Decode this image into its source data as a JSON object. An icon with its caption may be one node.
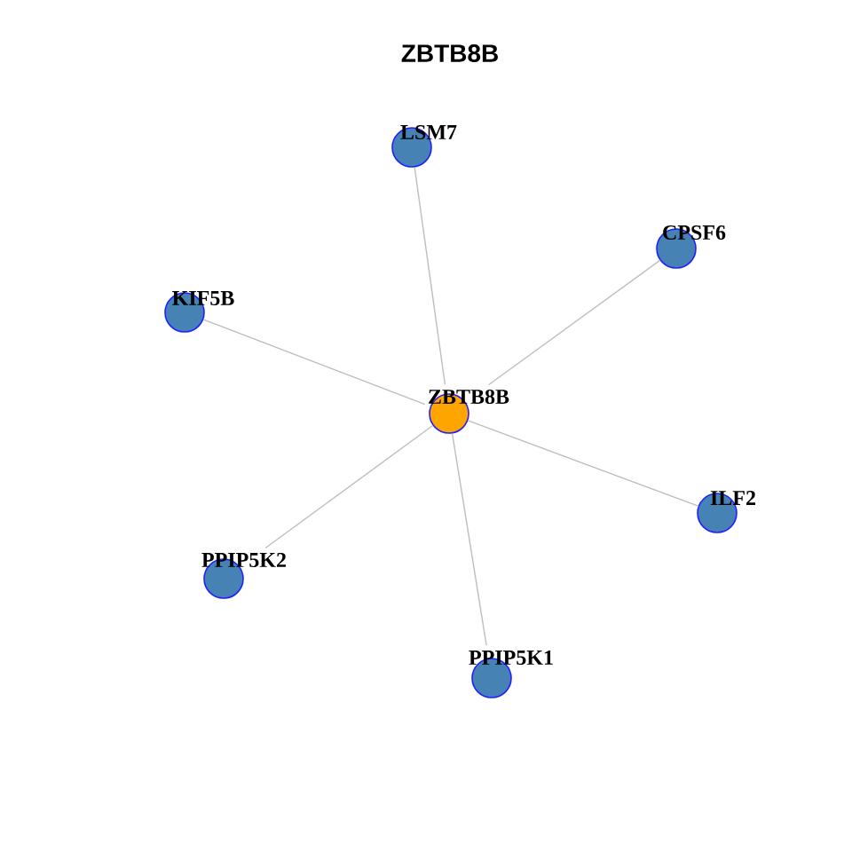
{
  "diagram": {
    "title": "ZBTB8B",
    "nodes": [
      {
        "text": [
          "LSM7"
        ]
      },
      {
        "text": [
          "CPSF6"
        ]
      },
      {
        "text": [
          "KIF5B"
        ]
      },
      {
        "text": [
          "ZBTB8B"
        ]
      },
      {
        "text": [
          "ILF2"
        ]
      },
      {
        "text": [
          "PPIP5K2"
        ]
      },
      {
        "text": [
          "PPIP5K1"
        ]
      }
    ],
    "edges": [
      {
        "from": 3,
        "to": 0,
        "arrow": "none"
      },
      {
        "from": 3,
        "to": 1,
        "arrow": "none"
      },
      {
        "from": 3,
        "to": 2,
        "arrow": "none"
      },
      {
        "from": 3,
        "to": 4,
        "arrow": "none"
      },
      {
        "from": 3,
        "to": 5,
        "arrow": "none"
      },
      {
        "from": 3,
        "to": 6,
        "arrow": "none"
      }
    ]
  }
}
